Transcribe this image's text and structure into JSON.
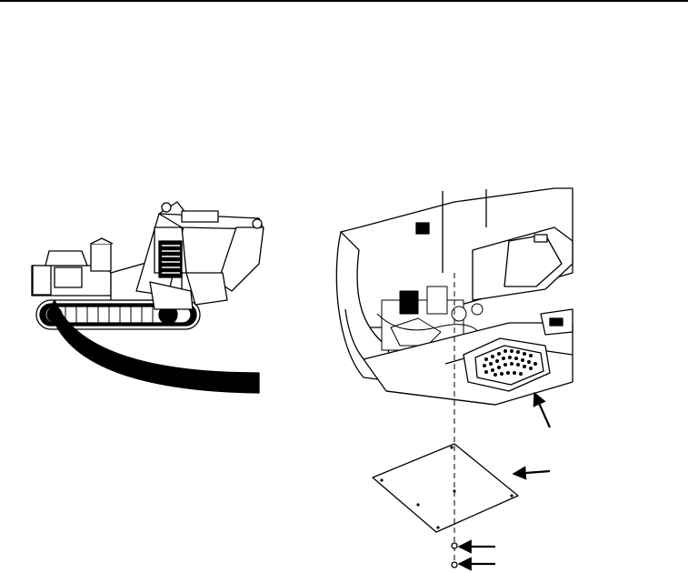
{
  "page": {
    "figure": {
      "left_illustration": "excavator-overview",
      "right_illustration": "belly-pan-access-cover-removal",
      "callout_arrows": 4
    }
  },
  "colors": {
    "ink": "#000000",
    "paper": "#ffffff"
  }
}
